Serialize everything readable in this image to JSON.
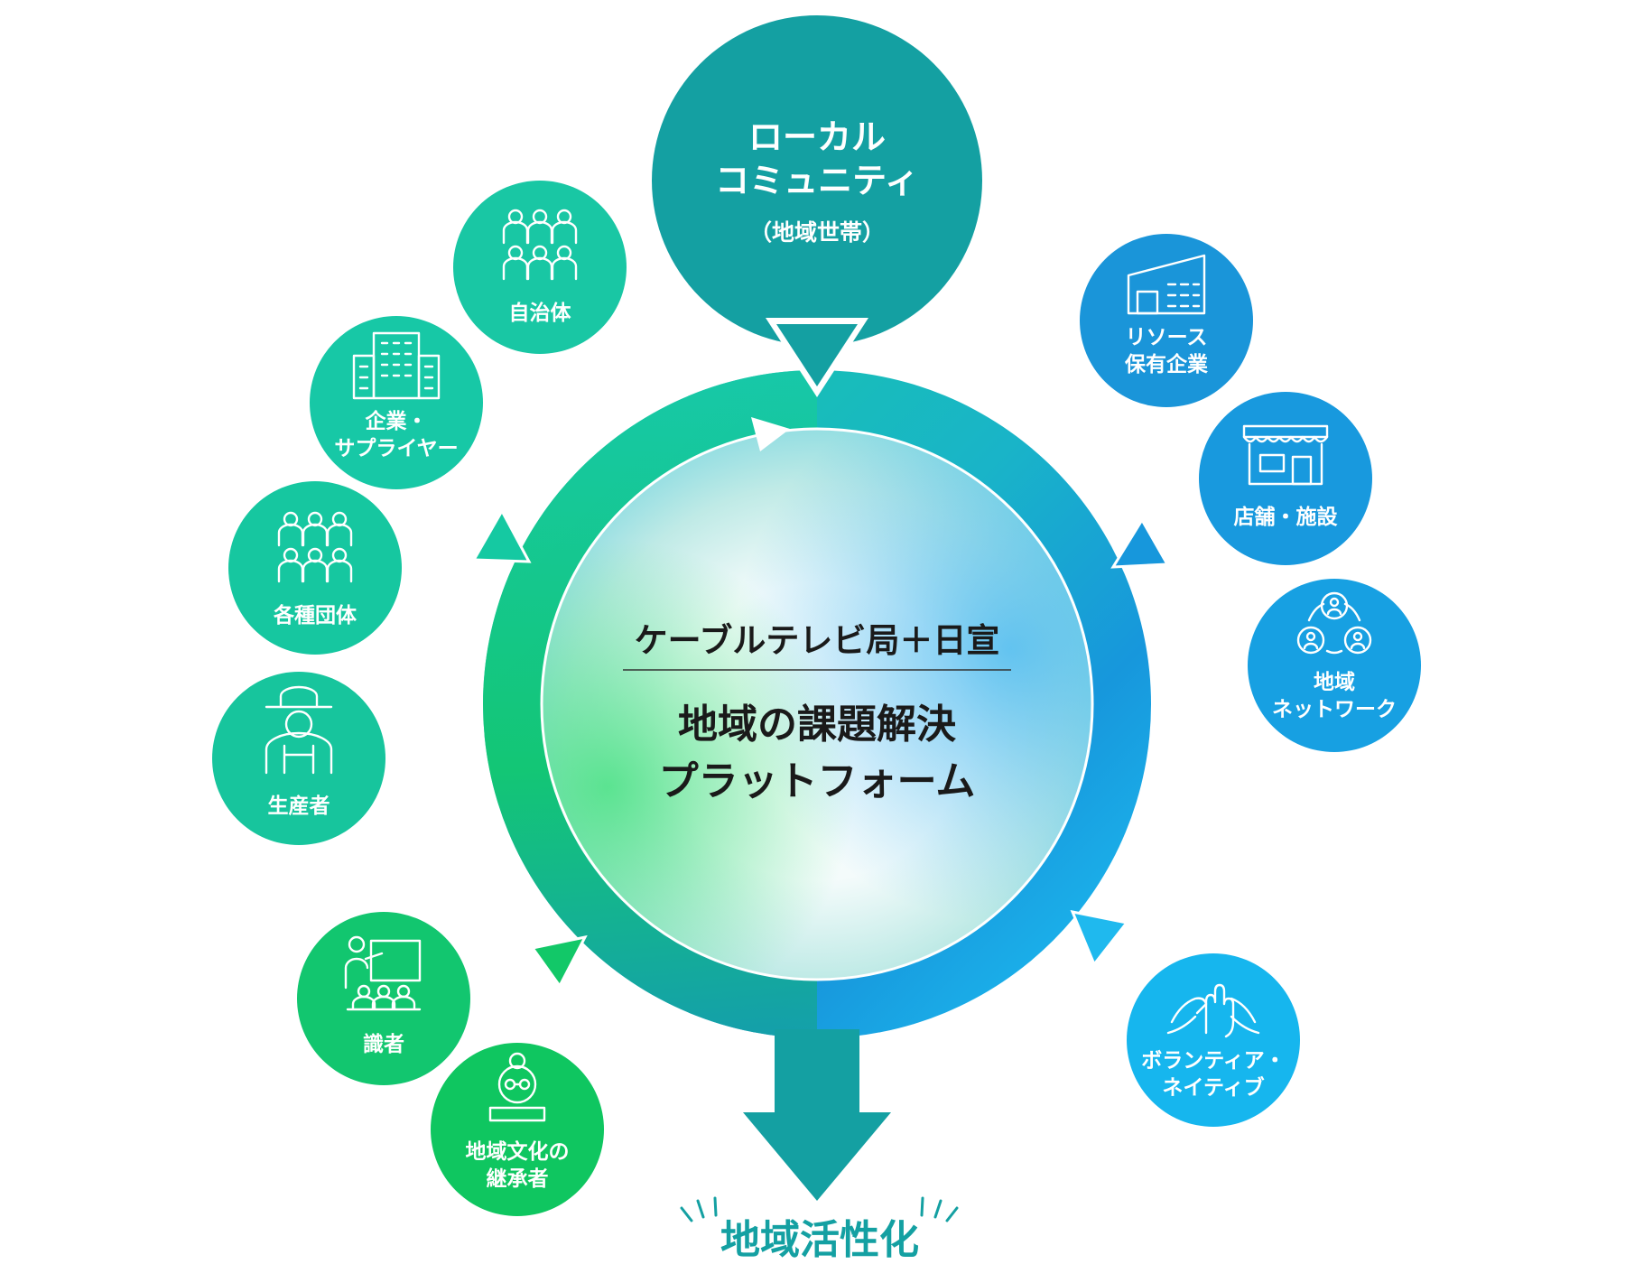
{
  "top_node": {
    "title_line1": "ローカル",
    "title_line2": "コミュニティ",
    "subtitle": "（地域世帯）"
  },
  "center": {
    "heading": "ケーブルテレビ局＋日宣",
    "title_line1": "地域の課題解決",
    "title_line2": "プラットフォーム"
  },
  "outcome": "地域活性化",
  "left_nodes": [
    {
      "id": "jichitai",
      "label_lines": [
        "自治体"
      ],
      "icon": "people-group-icon",
      "color": "#19c7a4"
    },
    {
      "id": "kigyo",
      "label_lines": [
        "企業・",
        "サプライヤー"
      ],
      "icon": "office-building-icon",
      "color": "#17c8a6"
    },
    {
      "id": "kakushu",
      "label_lines": [
        "各種団体"
      ],
      "icon": "people-group-icon",
      "color": "#16c7a0"
    },
    {
      "id": "seisansha",
      "label_lines": [
        "生産者"
      ],
      "icon": "farmer-icon",
      "color": "#17c59d"
    },
    {
      "id": "shikisha",
      "label_lines": [
        "識者"
      ],
      "icon": "presenter-icon",
      "color": "#12c66f"
    },
    {
      "id": "keishosha",
      "label_lines": [
        "地域文化の",
        "継承者"
      ],
      "icon": "elder-person-icon",
      "color": "#0fc660"
    }
  ],
  "right_nodes": [
    {
      "id": "resource",
      "label_lines": [
        "リソース",
        "保有企業"
      ],
      "icon": "warehouse-icon",
      "color": "#1a95d9"
    },
    {
      "id": "tenpo",
      "label_lines": [
        "店舗・施設"
      ],
      "icon": "storefront-icon",
      "color": "#1899de"
    },
    {
      "id": "network",
      "label_lines": [
        "地域",
        "ネットワーク"
      ],
      "icon": "network-cycle-icon",
      "color": "#17a0e2"
    },
    {
      "id": "volunteer",
      "label_lines": [
        "ボランティア・",
        "ネイティブ"
      ],
      "icon": "joined-hands-icon",
      "color": "#16b6ee"
    }
  ],
  "colors": {
    "top_node": "#14a0a2",
    "ring_green": "#12c868",
    "ring_teal": "#17c9a6",
    "ring_blue": "#1797dc",
    "ring_cyan": "#1ec3f4",
    "arrow_down": "#14a0a2",
    "outcome_text": "#14a0a2",
    "center_text": "#1a1a1a"
  }
}
